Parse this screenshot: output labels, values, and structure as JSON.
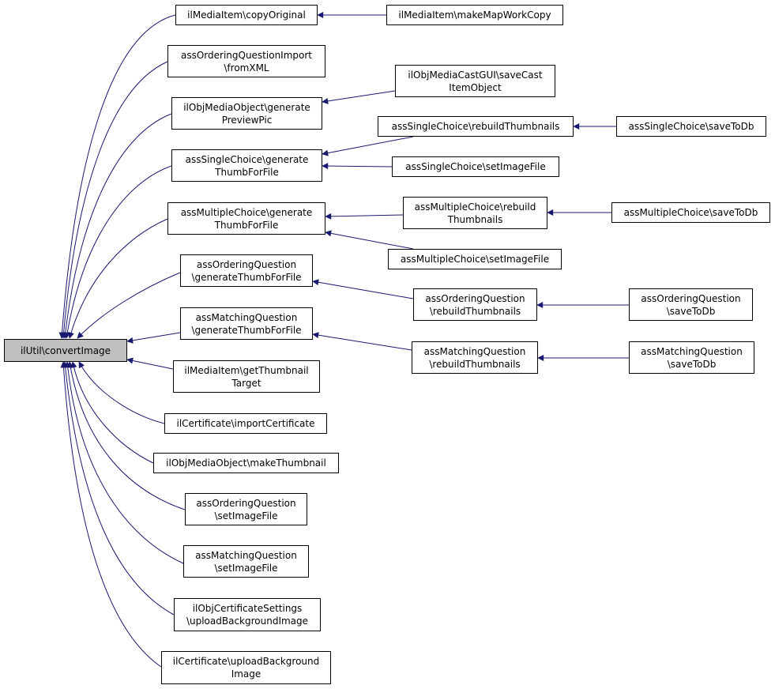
{
  "colors": {
    "edge": "#191970",
    "root_fill": "#bfbfbf",
    "node_border": "#000000",
    "node_fill": "#ffffff"
  },
  "nodes": {
    "root": [
      "ilUtil\\convertImage"
    ],
    "copyOriginal": [
      "ilMediaItem\\copyOriginal"
    ],
    "makeMapWorkCopy": [
      "ilMediaItem\\makeMapWorkCopy"
    ],
    "orderingImportFromXML": [
      "assOrderingQuestionImport",
      "\\fromXML"
    ],
    "mediaCastSave": [
      "ilObjMediaCastGUI\\saveCast",
      "ItemObject"
    ],
    "generatePreviewPic": [
      "ilObjMediaObject\\generate",
      "PreviewPic"
    ],
    "scRebuild": [
      "assSingleChoice\\rebuildThumbnails"
    ],
    "scSaveToDb": [
      "assSingleChoice\\saveToDb"
    ],
    "scGenerate": [
      "assSingleChoice\\generate",
      "ThumbForFile"
    ],
    "scSetImage": [
      "assSingleChoice\\setImageFile"
    ],
    "mcGenerate": [
      "assMultipleChoice\\generate",
      "ThumbForFile"
    ],
    "mcRebuild": [
      "assMultipleChoice\\rebuild",
      "Thumbnails"
    ],
    "mcSaveToDb": [
      "assMultipleChoice\\saveToDb"
    ],
    "mcSetImage": [
      "assMultipleChoice\\setImageFile"
    ],
    "oqGenerate": [
      "assOrderingQuestion",
      "\\generateThumbForFile"
    ],
    "oqRebuild": [
      "assOrderingQuestion",
      "\\rebuildThumbnails"
    ],
    "oqSaveToDb": [
      "assOrderingQuestion",
      "\\saveToDb"
    ],
    "mqGenerate": [
      "assMatchingQuestion",
      "\\generateThumbForFile"
    ],
    "mqRebuild": [
      "assMatchingQuestion",
      "\\rebuildThumbnails"
    ],
    "mqSaveToDb": [
      "assMatchingQuestion",
      "\\saveToDb"
    ],
    "getThumbTarget": [
      "ilMediaItem\\getThumbnail",
      "Target"
    ],
    "importCert": [
      "ilCertificate\\importCertificate"
    ],
    "makeThumb": [
      "ilObjMediaObject\\makeThumbnail"
    ],
    "oqSetImage": [
      "assOrderingQuestion",
      "\\setImageFile"
    ],
    "mqSetImage": [
      "assMatchingQuestion",
      "\\setImageFile"
    ],
    "certSettingsUpload": [
      "ilObjCertificateSettings",
      "\\uploadBackgroundImage"
    ],
    "certUpload": [
      "ilCertificate\\uploadBackground",
      "Image"
    ]
  }
}
